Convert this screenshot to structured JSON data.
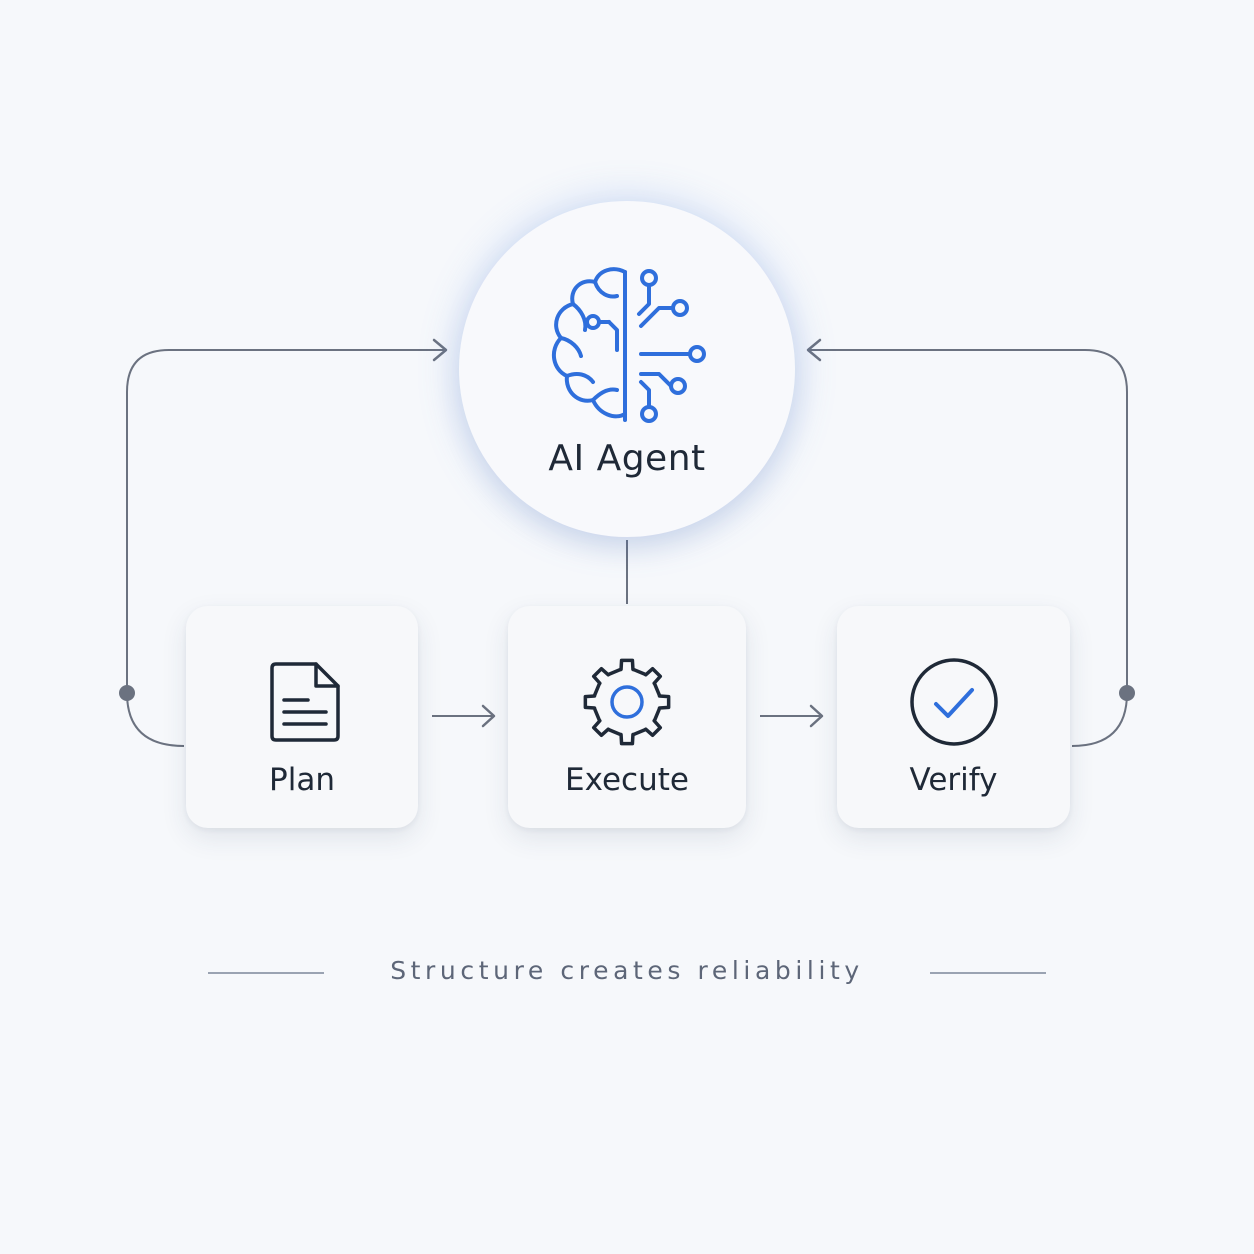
{
  "agent": {
    "label": "AI Agent",
    "icon": "brain-circuit-icon"
  },
  "steps": [
    {
      "label": "Plan",
      "icon": "document-icon"
    },
    {
      "label": "Execute",
      "icon": "gear-icon"
    },
    {
      "label": "Verify",
      "icon": "check-circle-icon"
    }
  ],
  "tagline": "Structure creates reliability",
  "colors": {
    "accent": "#2f6fdc",
    "icon_dark": "#1f2937",
    "connector": "#6b7280",
    "background": "#f6f8fb"
  }
}
